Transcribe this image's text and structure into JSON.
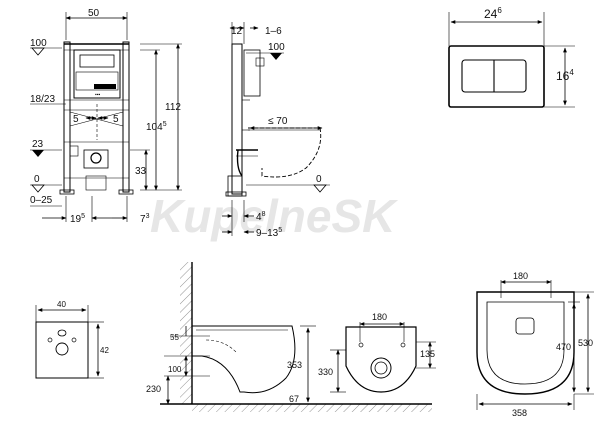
{
  "watermark": "KupelneSK",
  "frame_front": {
    "width": "50",
    "top_level": "100",
    "side_dims": [
      "18/23",
      "5",
      "5"
    ],
    "mid_level": "23",
    "zero": "0",
    "floor_range": "0–25",
    "bottom_left": "19",
    "bottom_left_sup": "5",
    "bottom_right": "7",
    "bottom_right_sup": "3",
    "right_dims": [
      "112",
      "104",
      "33"
    ],
    "right_dim_sup": "5"
  },
  "frame_side": {
    "top_left": "12",
    "top_right": "1–6",
    "top_level": "100",
    "max_depth": "≤ 70",
    "zero": "0",
    "bottom_a": "4",
    "bottom_a_sup": "8",
    "bottom_b": "9–13",
    "bottom_b_sup": "5"
  },
  "plate": {
    "width": "24",
    "width_sup": "6",
    "height": "16",
    "height_sup": "4"
  },
  "small_panel": {
    "width": "40",
    "height": "42"
  },
  "bowl_side": {
    "dims": [
      "55",
      "100",
      "230",
      "353",
      "67"
    ]
  },
  "bowl_front": {
    "dims": [
      "180",
      "135",
      "330"
    ]
  },
  "bowl_top": {
    "dims": [
      "180",
      "470",
      "530",
      "358"
    ]
  }
}
